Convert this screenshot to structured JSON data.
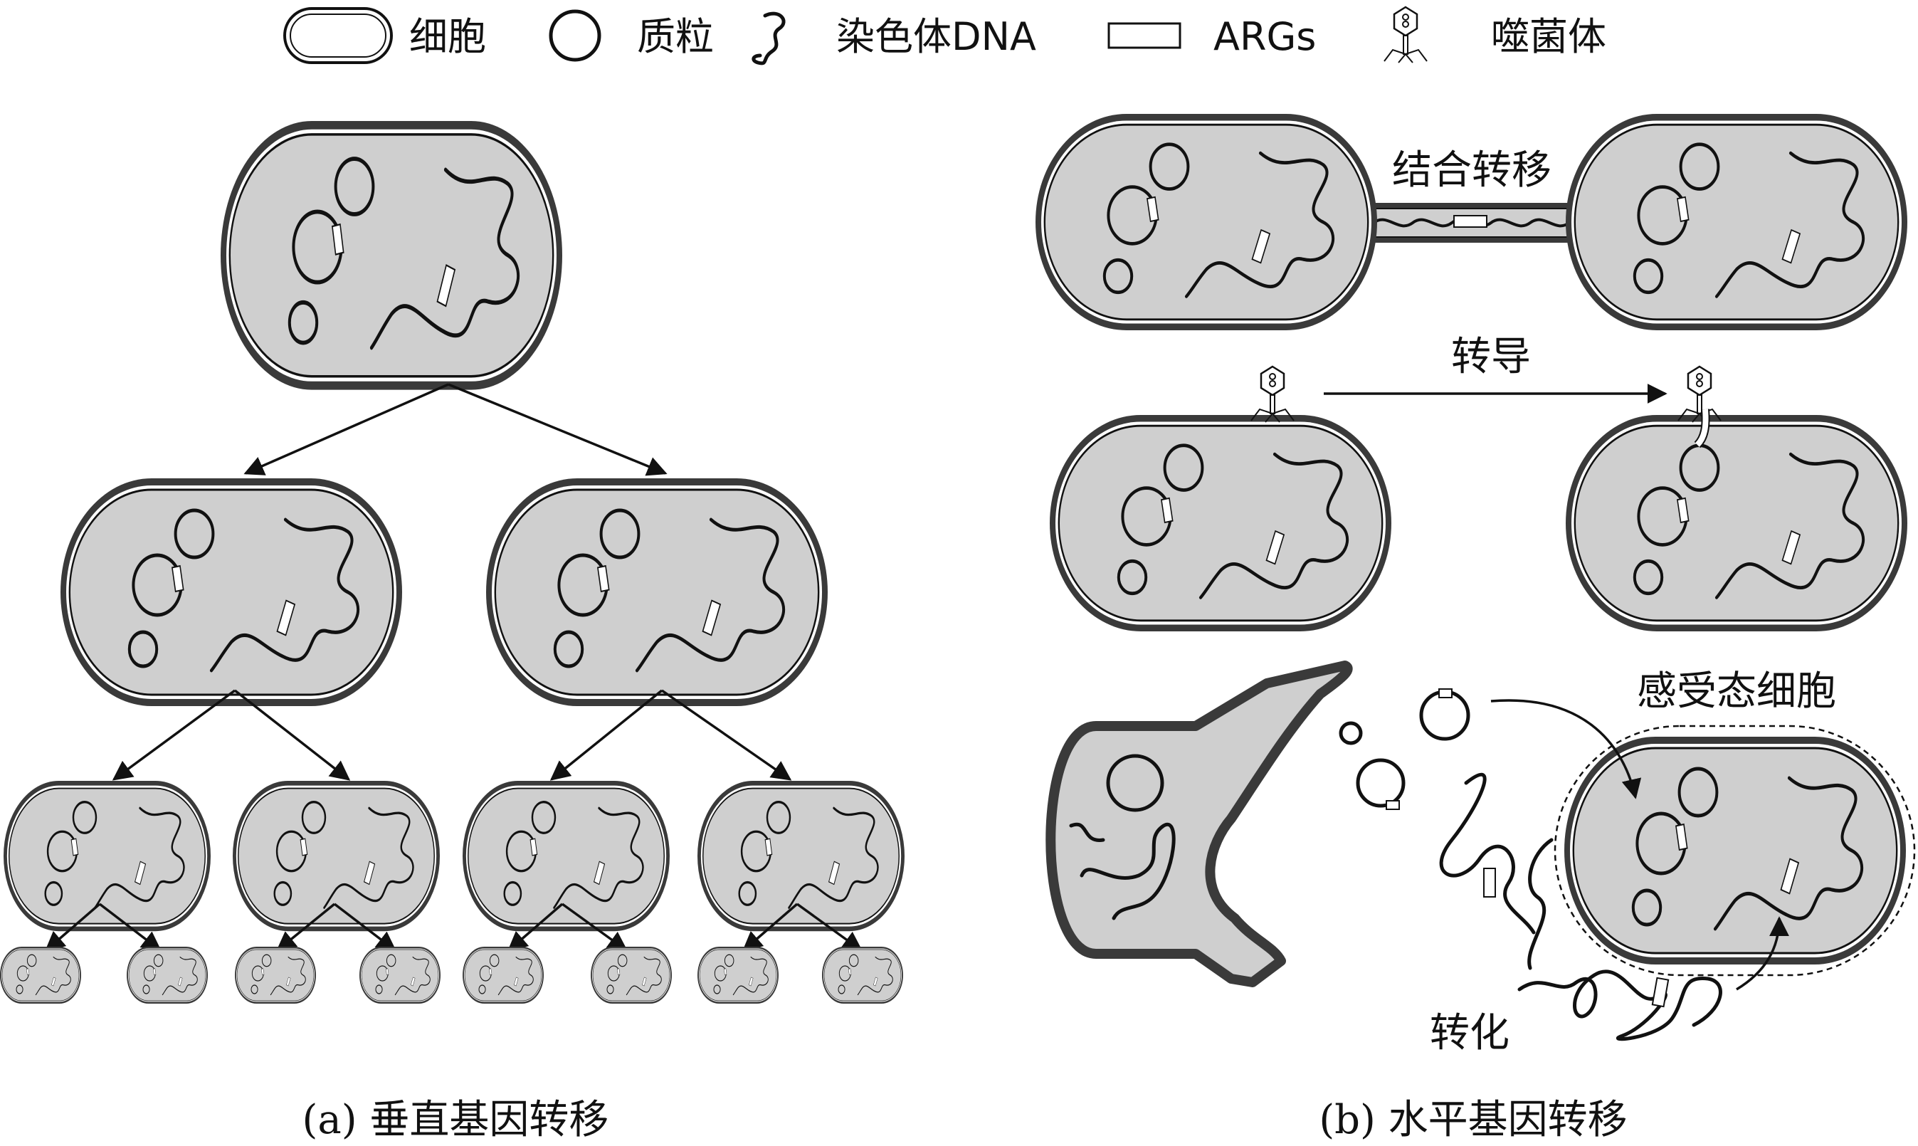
{
  "legend": {
    "cell": "细胞",
    "plasmid": "质粒",
    "chromosome": "染色体DNA",
    "args": "ARGs",
    "phage": "噬菌体"
  },
  "labels": {
    "conjugation": "结合转移",
    "transduction": "转导",
    "competent_cell": "感受态细胞",
    "transformation": "转化"
  },
  "captions": {
    "vertical": "(a) 垂直基因转移",
    "horizontal": "(b) 水平基因转移"
  },
  "colors": {
    "cytoplasm": "#cfcfcf",
    "membrane": "#3a3a3a",
    "stroke": "#111111",
    "background": "#ffffff"
  }
}
